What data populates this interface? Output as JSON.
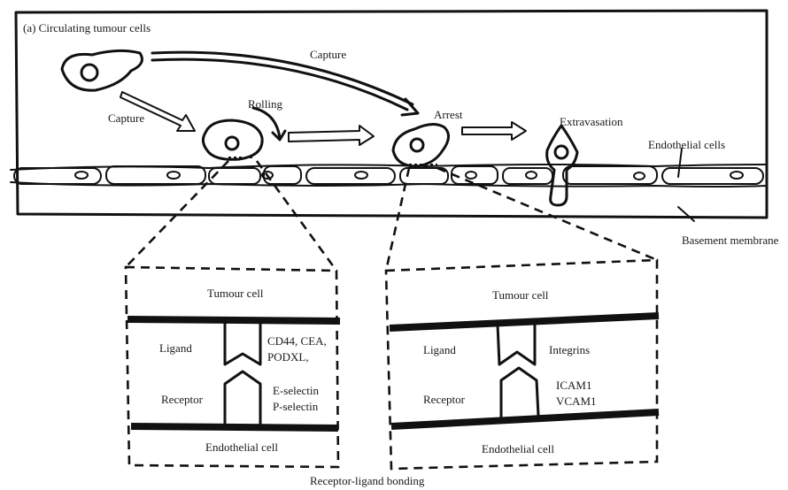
{
  "panel_title": "(a) Circulating tumour cells",
  "stages": {
    "capture_top": "Capture",
    "capture_left": "Capture",
    "rolling": "Rolling",
    "arrest": "Arrest",
    "extravasation": "Extravasation"
  },
  "vessel_labels": {
    "endothelial_cells": "Endothelial cells",
    "basement_membrane": "Basement membrane"
  },
  "left_inset": {
    "top_label": "Tumour cell",
    "bottom_label": "Endothelial cell",
    "ligand_label": "Ligand",
    "receptor_label": "Receptor",
    "ligands": [
      "CD44, CEA,",
      "PODXL,"
    ],
    "receptors": [
      "E-selectin",
      "P-selectin"
    ]
  },
  "right_inset": {
    "top_label": "Tumour cell",
    "bottom_label": "Endothelial cell",
    "ligand_label": "Ligand",
    "receptor_label": "Receptor",
    "ligands": [
      "Integrins"
    ],
    "receptors": [
      "ICAM1",
      "VCAM1"
    ]
  },
  "caption": "Receptor-ligand bonding"
}
